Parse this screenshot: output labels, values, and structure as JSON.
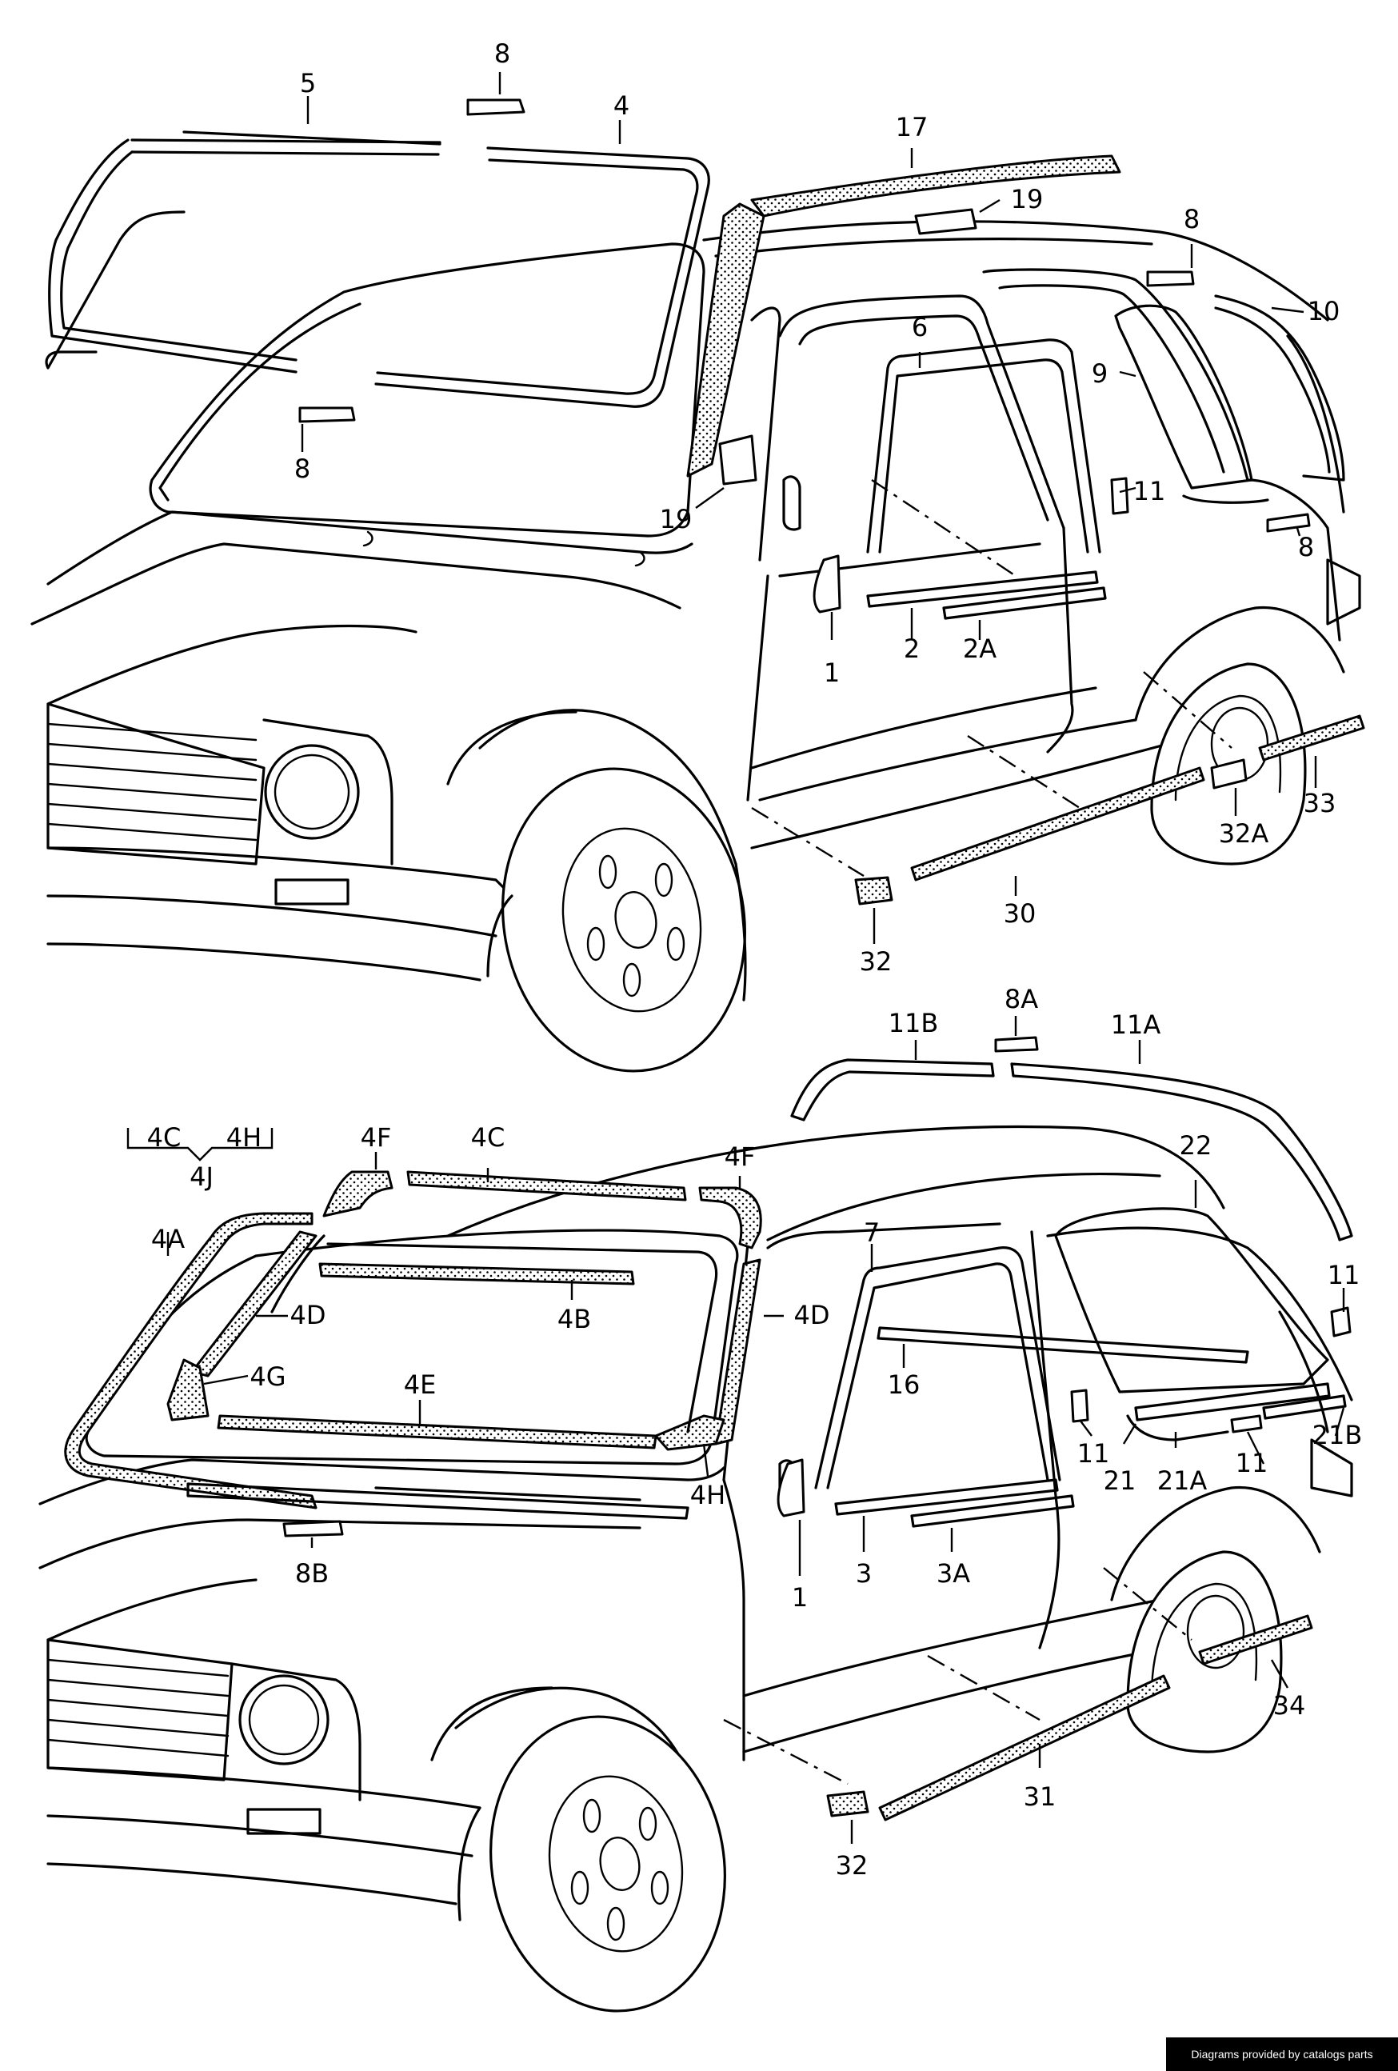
{
  "diagram": {
    "top_labels": [
      "8",
      "5",
      "4",
      "17",
      "19",
      "8",
      "10",
      "6",
      "9",
      "11",
      "19",
      "8",
      "1",
      "2",
      "2A",
      "33",
      "32A",
      "30",
      "32",
      "8"
    ],
    "bottom_labels": [
      "11B",
      "8A",
      "11A",
      "4C",
      "4H",
      "4J",
      "4F",
      "4C",
      "4F",
      "22",
      "4A",
      "4D",
      "7",
      "4B",
      "11",
      "4D",
      "4G",
      "4E",
      "16",
      "11",
      "21",
      "21A",
      "11",
      "21B",
      "4H",
      "1",
      "3",
      "3A",
      "8B",
      "34",
      "31",
      "32"
    ]
  },
  "credit": "Diagrams provided by catalogs parts"
}
